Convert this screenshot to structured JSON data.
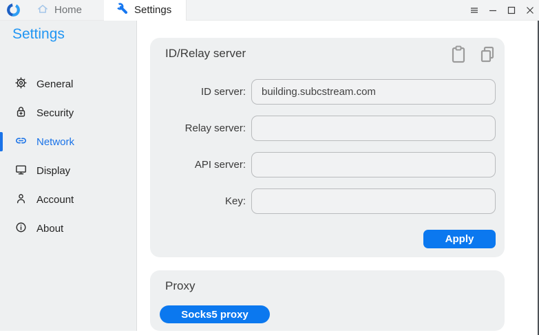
{
  "window": {
    "tabs": [
      {
        "label": "Home",
        "icon": "home-icon",
        "active": false
      },
      {
        "label": "Settings",
        "icon": "wrench-icon",
        "active": true
      }
    ],
    "controls": [
      {
        "name": "menu-icon"
      },
      {
        "name": "minimize-icon"
      },
      {
        "name": "maximize-icon"
      },
      {
        "name": "close-icon"
      }
    ]
  },
  "sidebar": {
    "title": "Settings",
    "items": [
      {
        "label": "General",
        "icon": "gear-icon",
        "active": false
      },
      {
        "label": "Security",
        "icon": "lock-icon",
        "active": false
      },
      {
        "label": "Network",
        "icon": "link-icon",
        "active": true
      },
      {
        "label": "Display",
        "icon": "monitor-icon",
        "active": false
      },
      {
        "label": "Account",
        "icon": "person-icon",
        "active": false
      },
      {
        "label": "About",
        "icon": "info-icon",
        "active": false
      }
    ]
  },
  "main": {
    "id_relay_card": {
      "title": "ID/Relay server",
      "header_icons": [
        "paste-icon",
        "copy-icon"
      ],
      "fields": [
        {
          "label": "ID server:",
          "value": "building.subcstream.com"
        },
        {
          "label": "Relay server:",
          "value": ""
        },
        {
          "label": "API server:",
          "value": ""
        },
        {
          "label": "Key:",
          "value": ""
        }
      ],
      "apply_label": "Apply"
    },
    "proxy_card": {
      "title": "Proxy",
      "socks5_button_label": "Socks5 proxy"
    }
  },
  "colors": {
    "accent_button": "#0b78ef",
    "link_blue": "#1a73e8",
    "title_blue": "#2196f3",
    "card_bg": "#eef0f1",
    "header_bg": "#f2f3f4"
  }
}
